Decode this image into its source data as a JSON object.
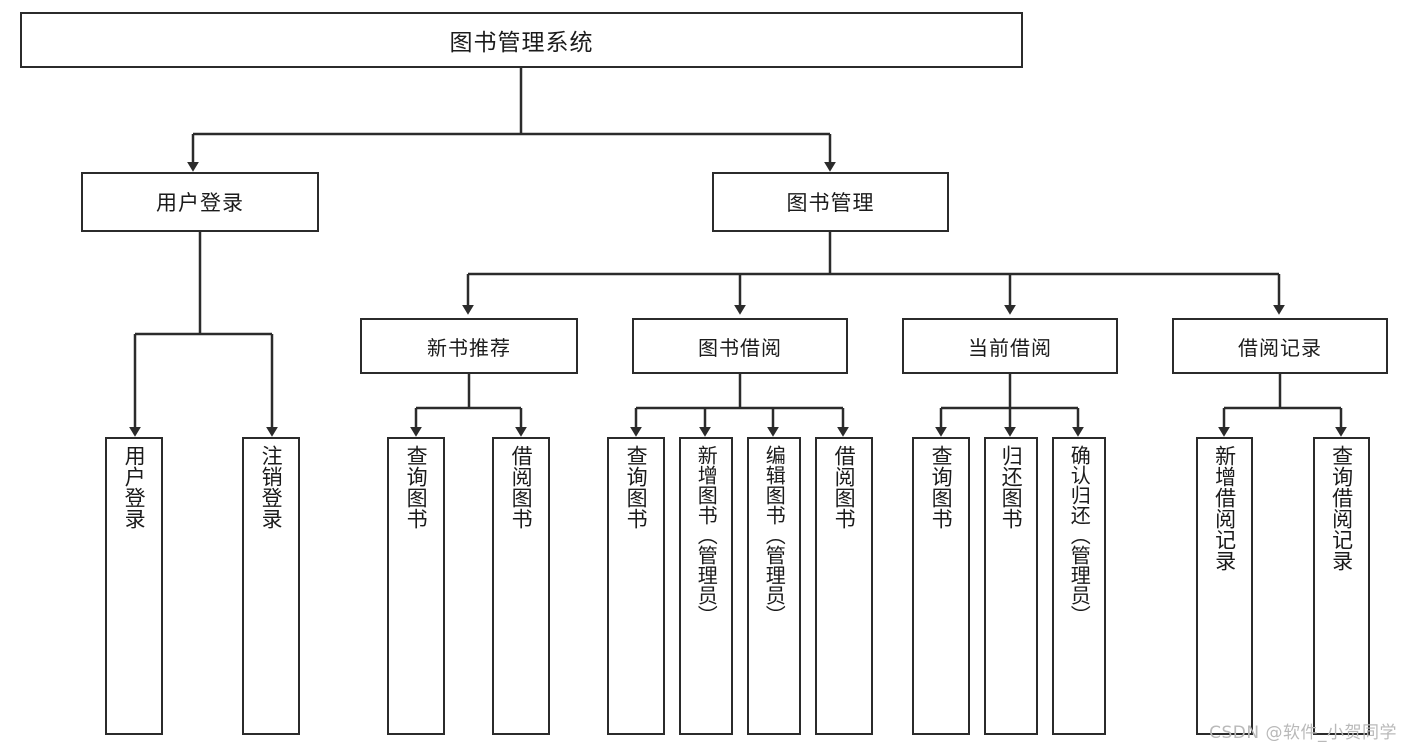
{
  "diagram": {
    "type": "tree-hierarchy-diagram",
    "title_node": "图书管理系统",
    "style": {
      "background": "#ffffff",
      "border_color": "#2b2b2b",
      "text_color": "#1b1b1b",
      "line_color": "#2b2b2b"
    },
    "root": {
      "label": "图书管理系统"
    },
    "level1": [
      {
        "label": "用户登录"
      },
      {
        "label": "图书管理"
      }
    ],
    "level2": [
      {
        "label": "新书推荐"
      },
      {
        "label": "图书借阅"
      },
      {
        "label": "当前借阅"
      },
      {
        "label": "借阅记录"
      }
    ],
    "leaves": {
      "user_login": [
        {
          "label": "用户登录"
        },
        {
          "label": "注销登录"
        }
      ],
      "new_book_recommend": [
        {
          "label": "查询图书"
        },
        {
          "label": "借阅图书"
        }
      ],
      "book_borrow": [
        {
          "label": "查询图书"
        },
        {
          "label": "新增图书（管理员）"
        },
        {
          "label": "编辑图书（管理员）"
        },
        {
          "label": "借阅图书"
        }
      ],
      "current_borrow": [
        {
          "label": "查询图书"
        },
        {
          "label": "归还图书"
        },
        {
          "label": "确认归还（管理员）"
        }
      ],
      "borrow_record": [
        {
          "label": "新增借阅记录"
        },
        {
          "label": "查询借阅记录"
        }
      ]
    }
  },
  "watermark": {
    "text": "CSDN @软件_小贺同学"
  }
}
